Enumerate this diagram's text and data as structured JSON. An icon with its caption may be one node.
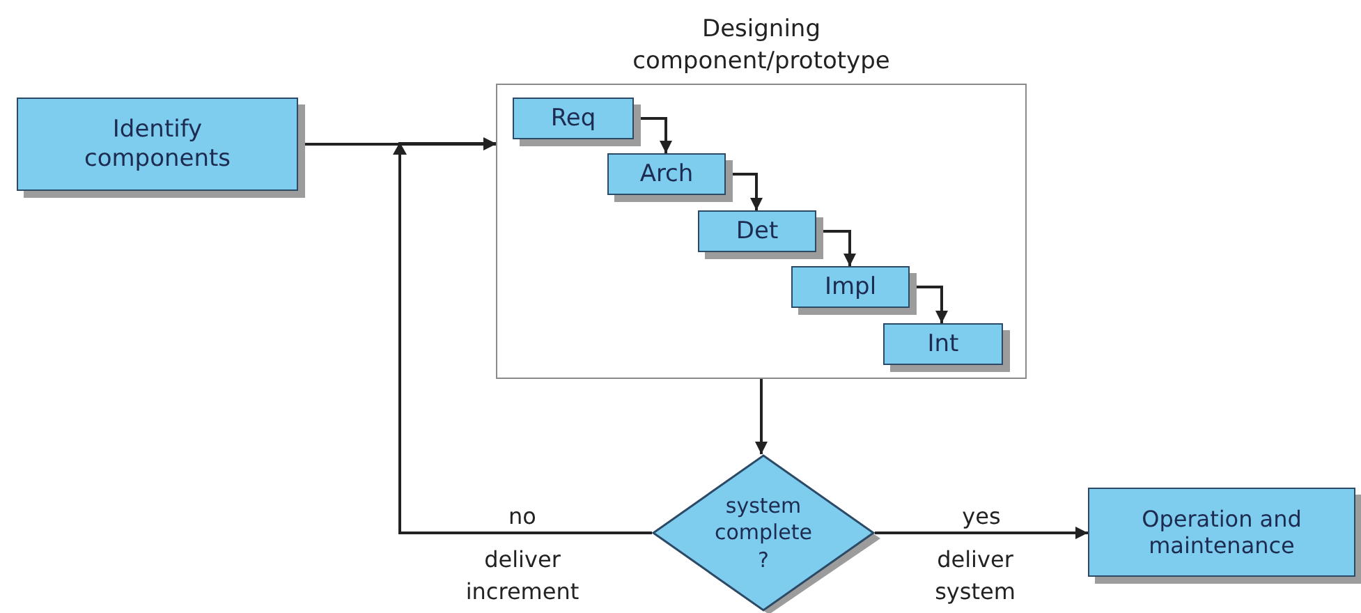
{
  "diagram": {
    "nodes": [
      {
        "text": [
          "Identify components"
        ]
      },
      {
        "text": [
          "Designing component/prototype"
        ]
      },
      {
        "text": [
          "Req"
        ],
        "in": 1
      },
      {
        "text": [
          "Arch"
        ],
        "in": 1
      },
      {
        "text": [
          "Det"
        ],
        "in": 1
      },
      {
        "text": [
          "Impl"
        ],
        "in": 1
      },
      {
        "text": [
          "Int"
        ],
        "in": 1
      },
      {
        "text": [
          "system complete ?"
        ]
      },
      {
        "text": [
          "Operation and maintenance"
        ]
      }
    ],
    "edges": [
      {
        "from": 0,
        "to": 1,
        "arrow": "to"
      },
      {
        "from": 7,
        "to": 1,
        "arrow": "to",
        "label": "no"
      },
      {
        "from": 2,
        "to": 3,
        "arrow": "to"
      },
      {
        "from": 3,
        "to": 4,
        "arrow": "to"
      },
      {
        "from": 4,
        "to": 5,
        "arrow": "to"
      },
      {
        "from": 5,
        "to": 6,
        "arrow": "to"
      },
      {
        "from": 1,
        "to": 7,
        "arrow": "to"
      },
      {
        "from": 7,
        "to": 8,
        "arrow": "to",
        "label": "yes"
      }
    ],
    "labels": [
      "deliver increment",
      "deliver system"
    ]
  }
}
